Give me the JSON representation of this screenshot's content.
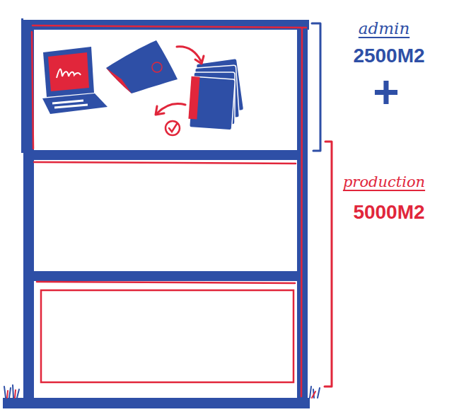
{
  "diagram": {
    "labels": [
      "admin",
      "2500M2",
      "+",
      "production",
      "5000M2"
    ]
  }
}
